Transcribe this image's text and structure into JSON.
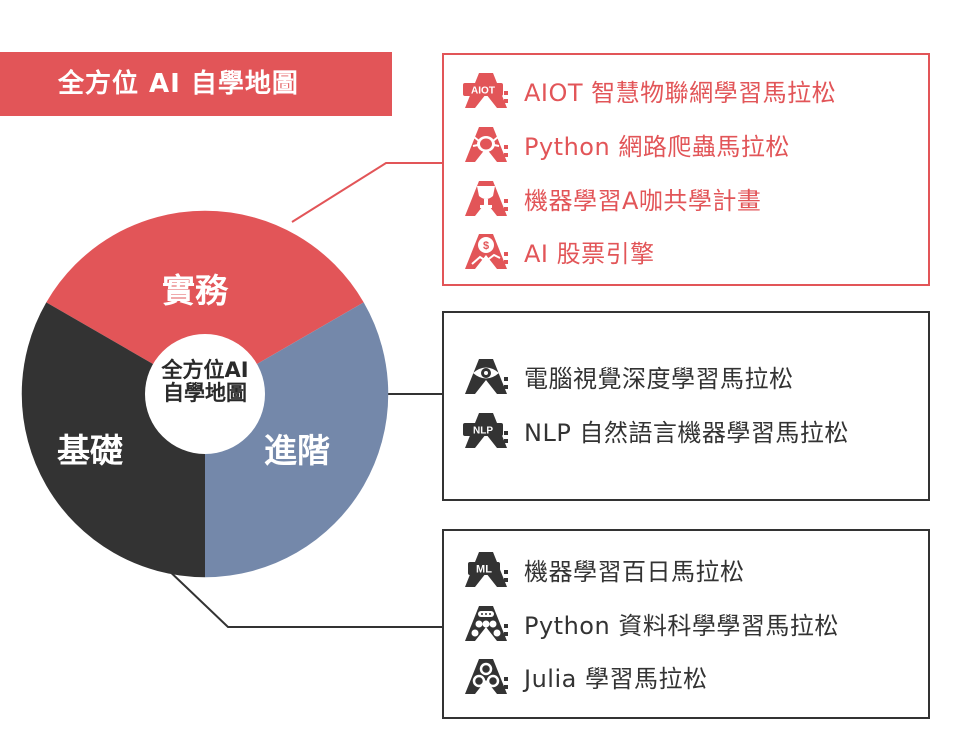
{
  "header": {
    "title": "全方位 AI 自學地圖"
  },
  "wheel": {
    "center_line1": "全方位AI",
    "center_line2": "自學地圖",
    "segments": [
      {
        "label": "實務",
        "color": "#e25558"
      },
      {
        "label": "進階",
        "color": "#7488aa"
      },
      {
        "label": "基礎",
        "color": "#333333"
      }
    ]
  },
  "panels": {
    "practice": {
      "items": [
        {
          "icon": "aiot-icon",
          "icon_text": "AIOT",
          "label": "AIOT 智慧物聯網學習馬拉松"
        },
        {
          "icon": "bug-icon",
          "label": "Python 網路爬蟲馬拉松"
        },
        {
          "icon": "trophy-icon",
          "label": "機器學習A咖共學計畫"
        },
        {
          "icon": "coin-chart-icon",
          "label": "AI 股票引擎"
        }
      ]
    },
    "advanced": {
      "items": [
        {
          "icon": "eye-icon",
          "label": "電腦視覺深度學習馬拉松"
        },
        {
          "icon": "nlp-icon",
          "icon_text": "NLP",
          "label": "NLP 自然語言機器學習馬拉松"
        }
      ]
    },
    "basic": {
      "items": [
        {
          "icon": "ml-icon",
          "icon_text": "ML",
          "label": "機器學習百日馬拉松"
        },
        {
          "icon": "python-data-icon",
          "label": "Python 資料科學學習馬拉松"
        },
        {
          "icon": "julia-icon",
          "label": "Julia 學習馬拉松"
        }
      ]
    }
  },
  "colors": {
    "accent_red": "#e25558",
    "advanced_blue": "#7488aa",
    "basic_dark": "#333333"
  }
}
